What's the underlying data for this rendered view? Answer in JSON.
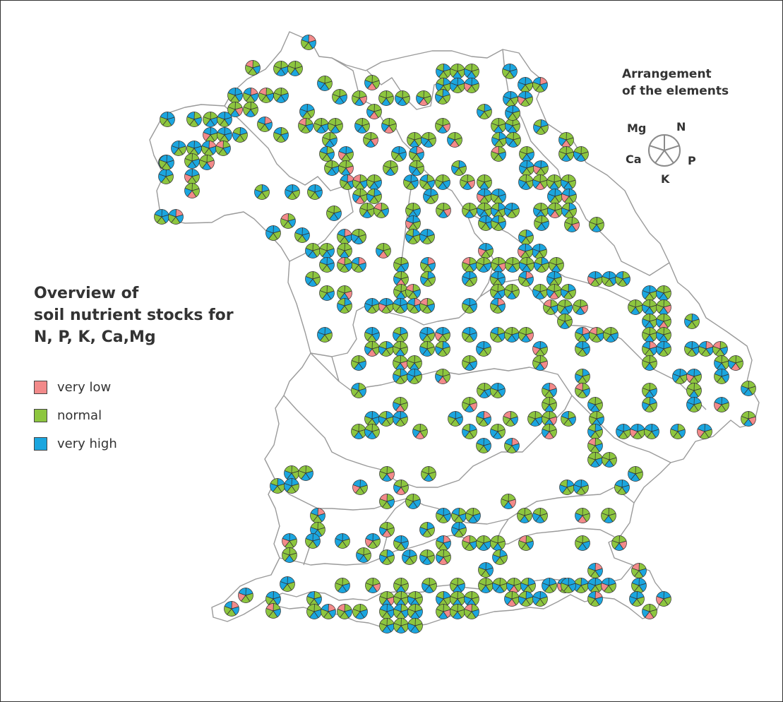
{
  "title": {
    "line1": "Overview of",
    "line2": "soil nutrient stocks for",
    "line3": "N, P, K, Ca,Mg"
  },
  "legend": [
    {
      "label": "very low",
      "color": "#f28a8a"
    },
    {
      "label": "normal",
      "color": "#8dc63f"
    },
    {
      "label": "very high",
      "color": "#1ba6df"
    }
  ],
  "arrangement": {
    "title_line1": "Arrangement",
    "title_line2": "of the elements",
    "elements": [
      "N",
      "P",
      "K",
      "Ca",
      "Mg"
    ]
  },
  "colors": {
    "very_low": "#f28a8a",
    "normal": "#8dc63f",
    "very_high": "#1ba6df",
    "boundary": "#9a9a9a"
  }
}
